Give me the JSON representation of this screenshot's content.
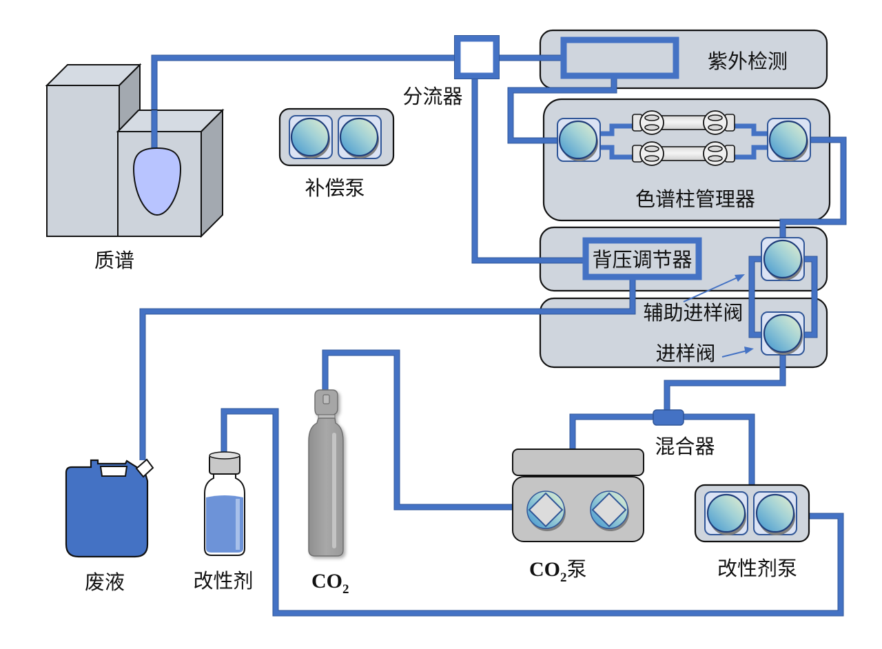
{
  "diagram": {
    "title": "SFC-MS 系统流路示意图",
    "colors": {
      "pipe": "#4472c4",
      "panel": "#cfd5dd",
      "waste_can": "#4472c4",
      "ms_box": "#d0d6de",
      "ms_probe": "#b8c4ff",
      "cylinder": "#a6a6a6"
    },
    "components": {
      "mass_spec": {
        "label": "质谱"
      },
      "makeup_pump": {
        "label": "补偿泵"
      },
      "splitter": {
        "label": "分流器"
      },
      "uv_detector": {
        "label": "紫外检测"
      },
      "column_manager": {
        "label": "色谱柱管理器"
      },
      "bpr": {
        "label": "背压调节器"
      },
      "aux_injection_valve": {
        "label": "辅助进样阀"
      },
      "injection_valve": {
        "label": "进样阀"
      },
      "mixer": {
        "label": "混合器"
      },
      "waste": {
        "label": "废液"
      },
      "modifier": {
        "label": "改性剂"
      },
      "co2_cylinder": {
        "label_main": "CO",
        "label_sub": "2"
      },
      "co2_pump": {
        "label_main": "CO",
        "label_sub": "2",
        "label_suffix": "泵"
      },
      "modifier_pump": {
        "label": "改性剂泵"
      }
    }
  }
}
